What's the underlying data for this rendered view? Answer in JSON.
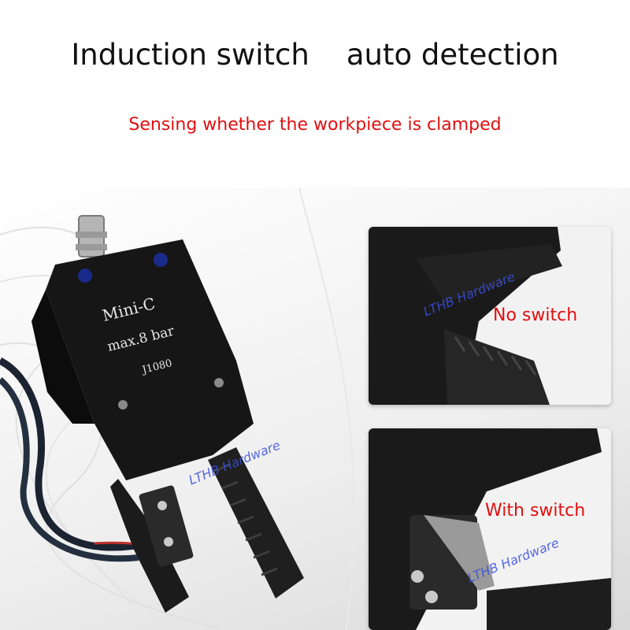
{
  "headline": "Induction switch    auto detection",
  "subline": "Sensing whether the workpiece is clamped",
  "gripper": {
    "model": "Mini-C",
    "pressure": "max.8 bar",
    "code": "J1080"
  },
  "insets": [
    {
      "label": "No switch"
    },
    {
      "label": "With switch"
    }
  ],
  "watermark": "LTHB Hardware",
  "colors": {
    "accent_red": "#e10f0f",
    "watermark_blue": "#3a4fe0",
    "body_black": "#151515"
  }
}
